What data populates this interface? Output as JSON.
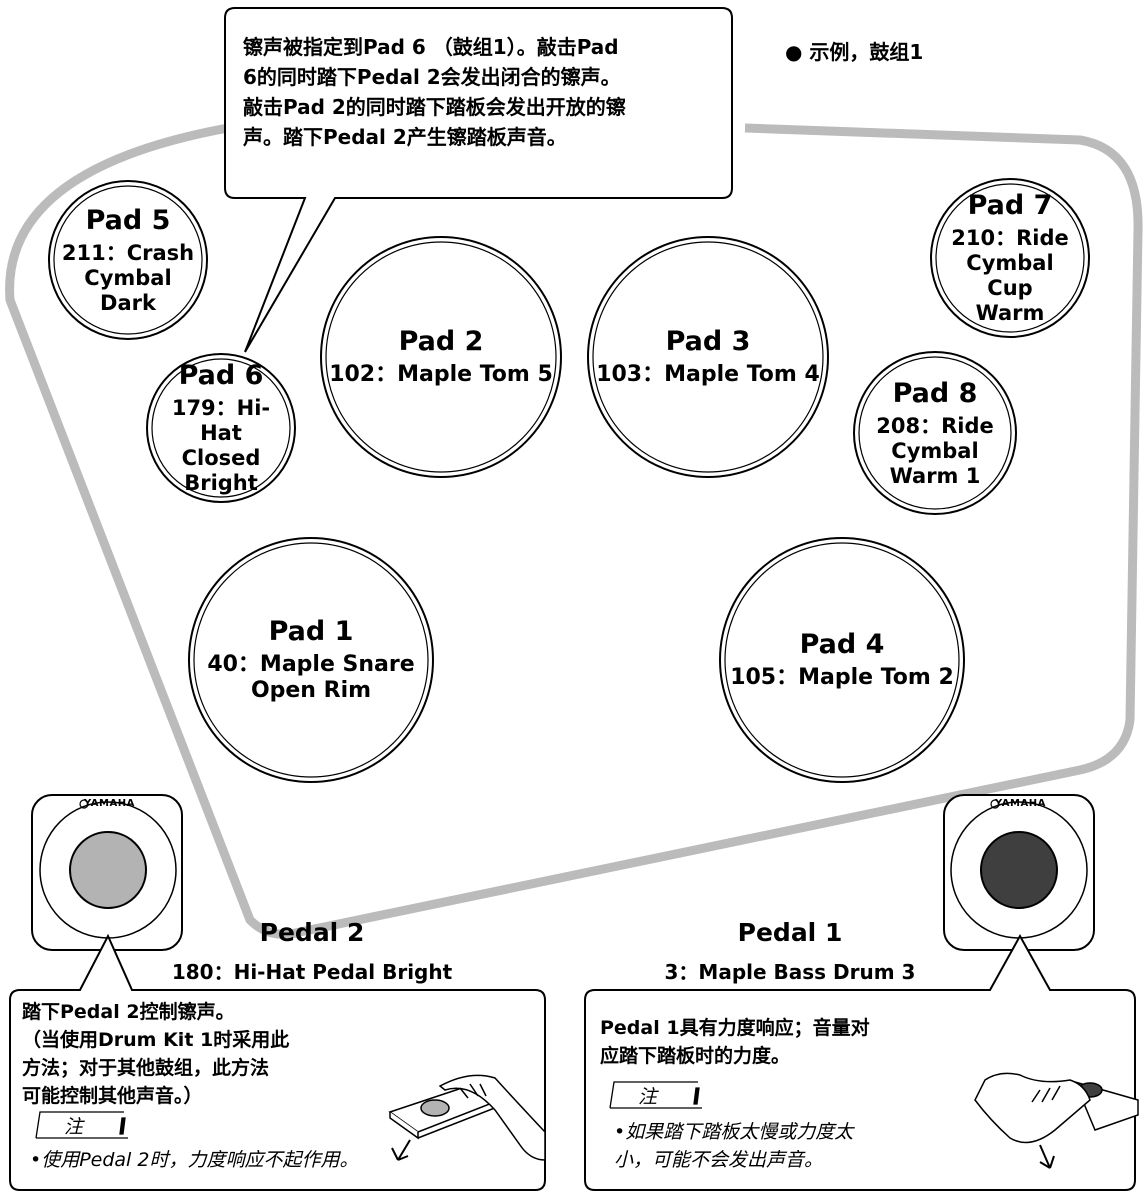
{
  "example_label": "● 示例，鼓组1",
  "top_callout": "镲声被指定到Pad 6 （鼓组1）。敲击Pad\n6的同时踏下Pedal 2会发出闭合的镲声。\n敲击Pad 2的同时踏下踏板会发出开放的镲\n声。踏下Pedal 2产生镲踏板声音。",
  "pads": {
    "pad1": {
      "name": "Pad 1",
      "voice": "40：Maple Snare\nOpen Rim"
    },
    "pad2": {
      "name": "Pad 2",
      "voice": "102：Maple Tom 5"
    },
    "pad3": {
      "name": "Pad 3",
      "voice": "103：Maple Tom 4"
    },
    "pad4": {
      "name": "Pad 4",
      "voice": "105：Maple Tom 2"
    },
    "pad5": {
      "name": "Pad 5",
      "voice": "211：Crash\nCymbal Dark"
    },
    "pad6": {
      "name": "Pad 6",
      "voice": "179：Hi-Hat\nClosed\nBright"
    },
    "pad7": {
      "name": "Pad 7",
      "voice": "210：Ride\nCymbal\nCup\nWarm"
    },
    "pad8": {
      "name": "Pad 8",
      "voice": "208：Ride\nCymbal\nWarm 1"
    }
  },
  "pedals": {
    "pedal2": {
      "name": "Pedal 2",
      "voice": "180：Hi-Hat Pedal Bright",
      "brand": "YAMAHA"
    },
    "pedal1": {
      "name": "Pedal 1",
      "voice": "3：Maple Bass Drum 3",
      "brand": "YAMAHA"
    }
  },
  "notes": {
    "left": {
      "text": "踏下Pedal 2控制镲声。\n（当使用Drum Kit 1时采用此\n方法；对于其他鼓组，此方法\n可能控制其他声音。）",
      "tag": "注",
      "body": "•使用Pedal 2时，力度响应不起作用。"
    },
    "right": {
      "text": "Pedal 1具有力度响应；音量对\n应踏下踏板时的力度。",
      "tag": "注",
      "body": "•如果踏下踏板太慢或力度太\n  小，可能不会发出声音。"
    }
  },
  "colors": {
    "outline": "#bbbbbb",
    "pedal2_button": "#b3b3b3",
    "pedal1_button": "#3f3f3f"
  }
}
